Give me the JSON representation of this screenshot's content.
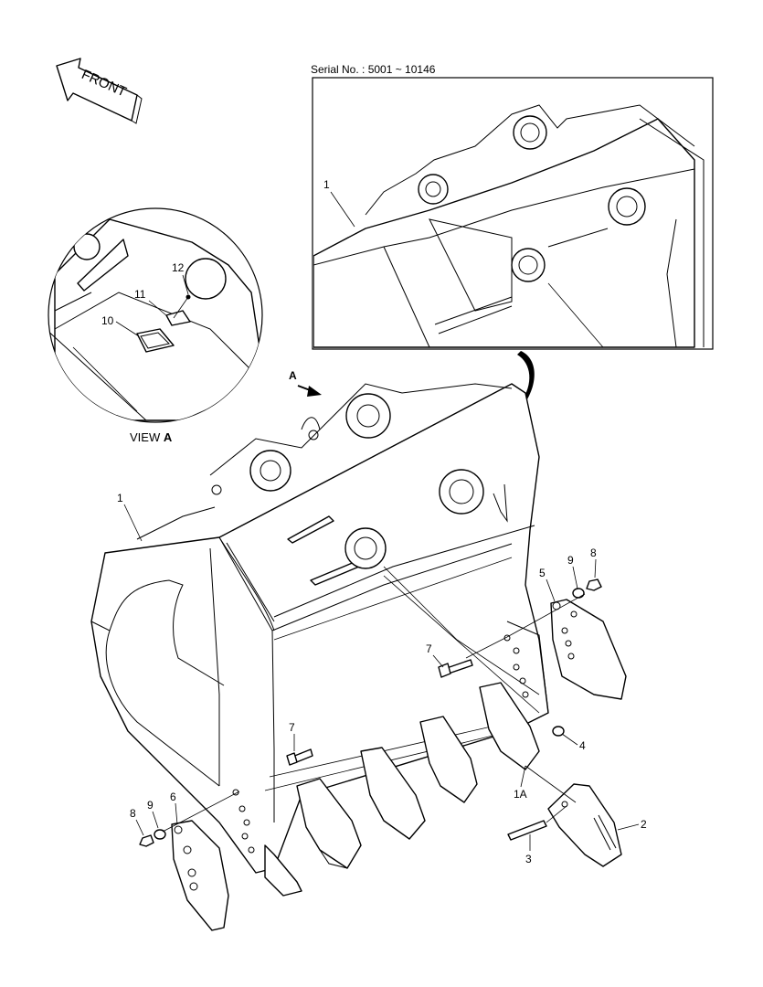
{
  "serial_label": "Serial No. : 5001 ~ 10146",
  "front_label": "FRONT",
  "view_label_prefix": "VIEW ",
  "view_label_letter": "A",
  "view_arrow_label": "A",
  "callouts": {
    "inset_1": "1",
    "main_1": "1",
    "c10": "10",
    "c11": "11",
    "c12": "12",
    "c2": "2",
    "c3": "3",
    "c4": "4",
    "c5": "5",
    "c6": "6",
    "c7a": "7",
    "c7b": "7",
    "c8a": "8",
    "c8b": "8",
    "c9a": "9",
    "c9b": "9",
    "c1A": "1A"
  }
}
